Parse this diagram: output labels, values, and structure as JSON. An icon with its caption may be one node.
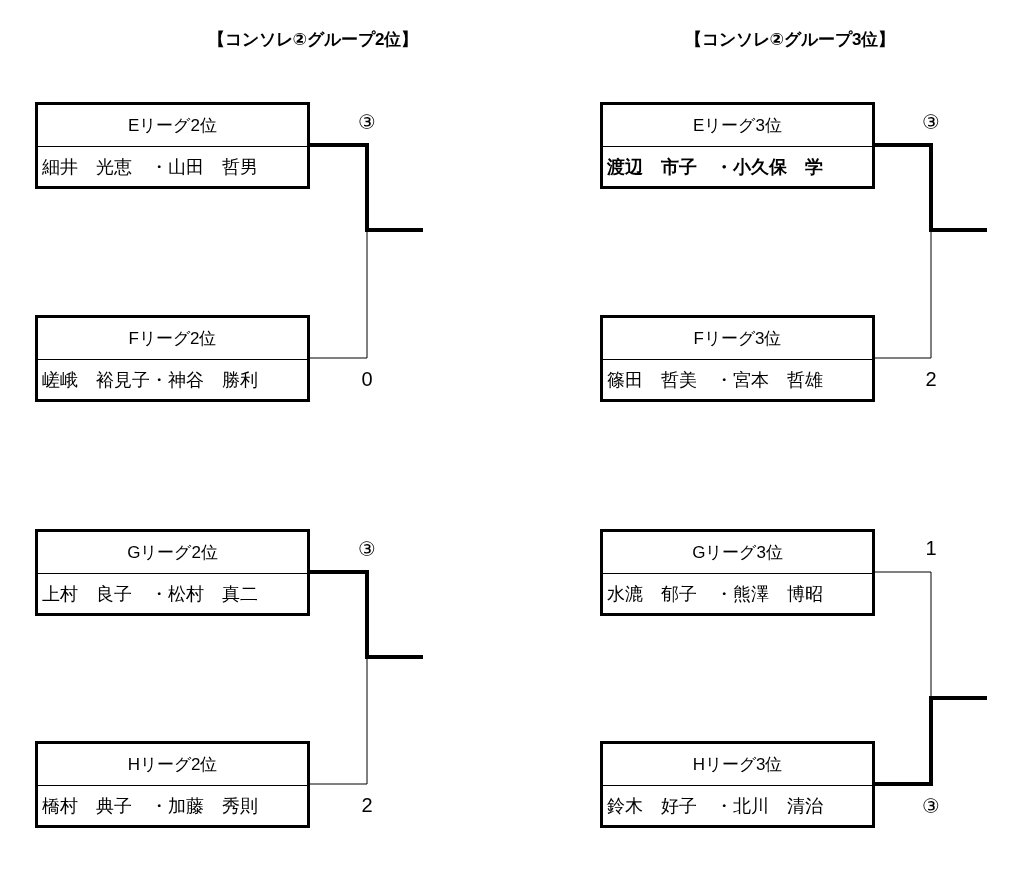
{
  "diagram": {
    "nodes": [
      {
        "text": [
          "Eリーグ2位",
          "細井　光恵　・山田　哲男"
        ],
        "beside": [
          "③"
        ]
      },
      {
        "text": [
          "Eリーグ3位",
          "渡辺　市子　・小久保　学"
        ],
        "beside": [
          "③"
        ]
      },
      {
        "text": [
          "Fリーグ2位",
          "嵯峨　裕見子・神谷　勝利"
        ],
        "beside": [
          "0"
        ]
      },
      {
        "text": [
          "Fリーグ3位",
          "篠田　哲美　・宮本　哲雄"
        ],
        "beside": [
          "2"
        ]
      },
      {
        "text": [
          "Gリーグ2位",
          "上村　良子　・松村　真二"
        ],
        "beside": [
          "③"
        ]
      },
      {
        "text": [
          "Gリーグ3位",
          "水漉　郁子　・熊澤　博昭"
        ],
        "beside": [
          "1"
        ]
      },
      {
        "text": [
          "Hリーグ2位",
          "橋村　典子　・加藤　秀則"
        ],
        "beside": [
          "2"
        ]
      },
      {
        "text": [
          "Hリーグ3位",
          "鈴木　好子　・北川　清治"
        ],
        "beside": [
          "③"
        ]
      }
    ],
    "edges": [
      {
        "from": 0,
        "to": null,
        "arrow": "none",
        "style": "thick"
      },
      {
        "from": 2,
        "to": null,
        "arrow": "none"
      },
      {
        "from": 1,
        "to": null,
        "arrow": "none",
        "style": "thick"
      },
      {
        "from": 3,
        "to": null,
        "arrow": "none"
      },
      {
        "from": 4,
        "to": null,
        "arrow": "none",
        "style": "thick"
      },
      {
        "from": 6,
        "to": null,
        "arrow": "none"
      },
      {
        "from": 5,
        "to": null,
        "arrow": "none"
      },
      {
        "from": 7,
        "to": null,
        "arrow": "none",
        "style": "thick"
      }
    ],
    "labels": [
      "【コンソレ②グループ2位】",
      "【コンソレ②グループ3位】"
    ]
  }
}
